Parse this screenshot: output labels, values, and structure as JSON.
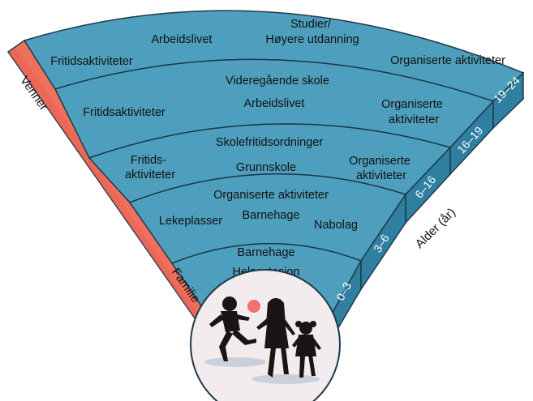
{
  "colors": {
    "band": "#4e9fbd",
    "band_stroke": "#1d3a4a",
    "side_wall": "#f07060",
    "side_wall_dark": "#e25a48",
    "front_wall": "#2f7fa0",
    "circle_fill": "#f3ecee",
    "ball": "#f36e6e",
    "silhouette": "#1a1414"
  },
  "side_labels": {
    "left_top": "Venner",
    "left_bottom": "Familie",
    "right_axis": "Alder (år)"
  },
  "rings": [
    {
      "age": "0–3",
      "items": [
        {
          "lines": [
            "Barnehage"
          ]
        },
        {
          "lines": [
            "Helsestasjon"
          ]
        }
      ]
    },
    {
      "age": "3–6",
      "items": [
        {
          "lines": [
            "Organiserte aktiviteter"
          ]
        },
        {
          "lines": [
            "Lekeplasser"
          ]
        },
        {
          "lines": [
            "Barnehage"
          ]
        },
        {
          "lines": [
            "Nabolag"
          ]
        }
      ]
    },
    {
      "age": "6–16",
      "items": [
        {
          "lines": [
            "Skolefritidsordninger"
          ]
        },
        {
          "lines": [
            "Fritids-",
            "aktiviteter"
          ]
        },
        {
          "lines": [
            "Grunnskole"
          ]
        },
        {
          "lines": [
            "Organiserte",
            "aktiviteter"
          ]
        }
      ]
    },
    {
      "age": "16–19",
      "items": [
        {
          "lines": [
            "Videregående skole"
          ]
        },
        {
          "lines": [
            "Fritidsaktiviteter"
          ]
        },
        {
          "lines": [
            "Arbeidslivet"
          ]
        },
        {
          "lines": [
            "Organiserte",
            "aktiviteter"
          ]
        }
      ]
    },
    {
      "age": "19–24",
      "items": [
        {
          "lines": [
            "Studier/",
            "Høyere utdanning"
          ]
        },
        {
          "lines": [
            "Arbeidslivet"
          ]
        },
        {
          "lines": [
            "Fritidsaktiviteter"
          ]
        },
        {
          "lines": [
            "Organiserte aktiviteter"
          ]
        }
      ]
    }
  ]
}
